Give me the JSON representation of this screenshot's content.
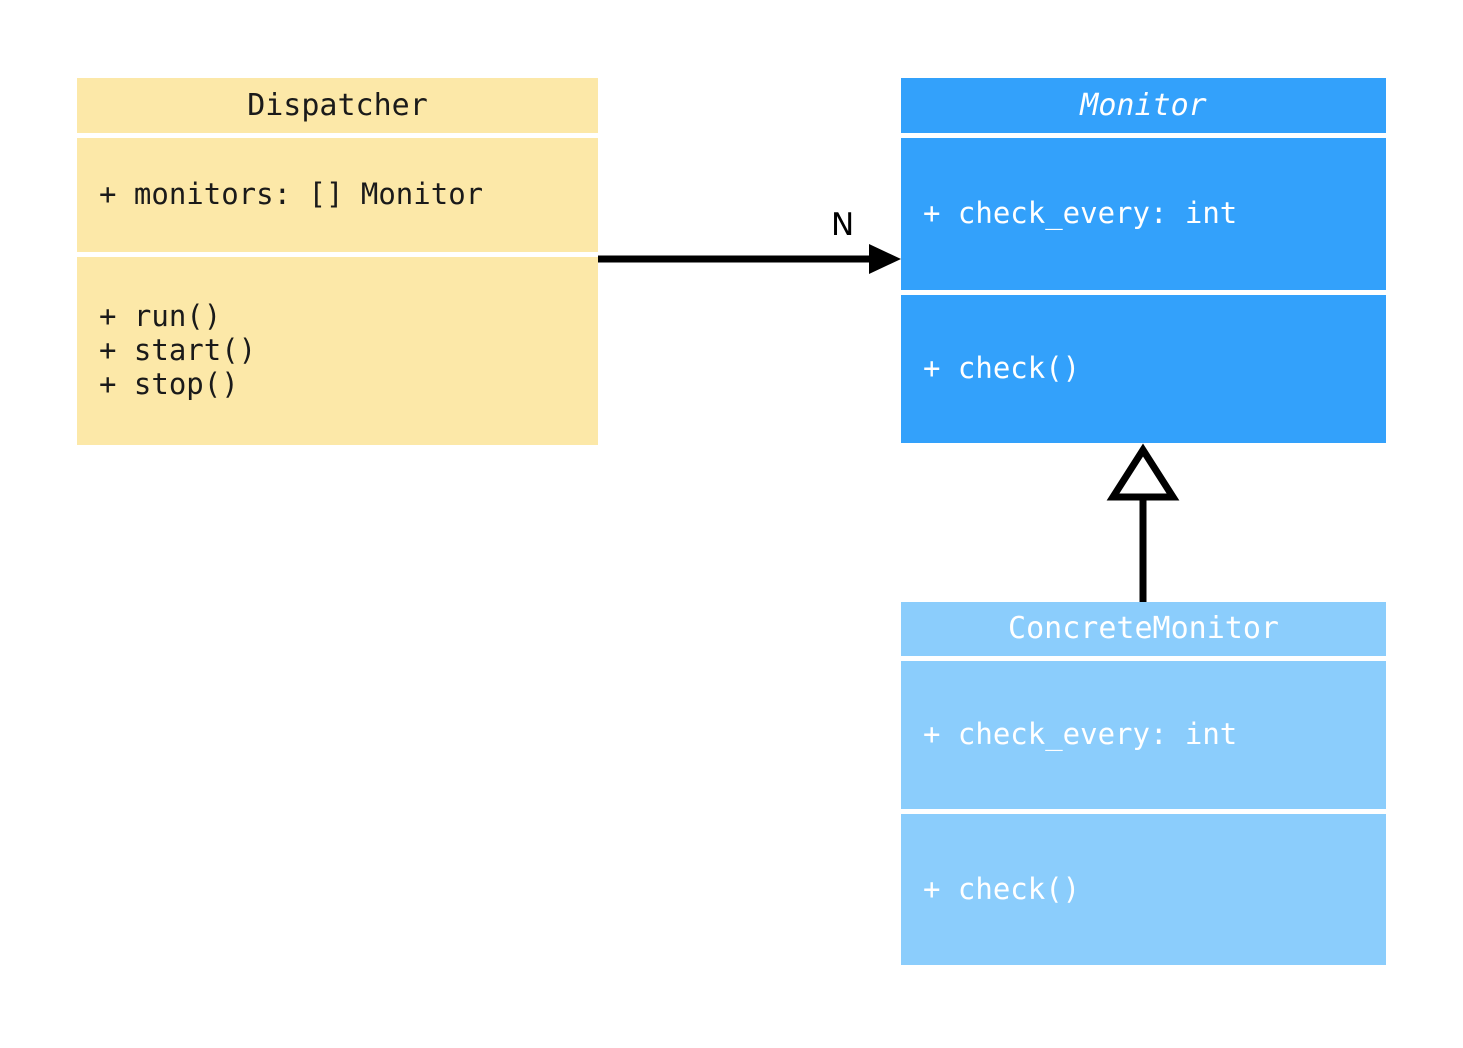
{
  "diagram": {
    "type": "uml-class-diagram",
    "background_color": "#ffffff"
  },
  "classes": [
    {
      "id": "dispatcher",
      "name": "Dispatcher",
      "abstract": false,
      "fill_color": "#fce8a8",
      "text_color": "#1a1a1a",
      "attributes": [
        "+ monitors: [] Monitor"
      ],
      "methods": [
        "+ run()",
        "+ start()",
        "+ stop()"
      ]
    },
    {
      "id": "monitor",
      "name": "Monitor",
      "abstract": true,
      "fill_color": "#33a1fb",
      "text_color": "#ffffff",
      "attributes": [
        "+ check_every: int"
      ],
      "methods": [
        "+ check()"
      ]
    },
    {
      "id": "concrete_monitor",
      "name": "ConcreteMonitor",
      "abstract": false,
      "fill_color": "#8bcdfc",
      "text_color": "#ffffff",
      "attributes": [
        "+ check_every: int"
      ],
      "methods": [
        "+ check()"
      ]
    }
  ],
  "relationships": [
    {
      "id": "dispatcher-to-monitor",
      "kind": "association",
      "from": "Dispatcher",
      "to": "Monitor",
      "multiplicity_label": "N",
      "arrow_style": "filled-arrowhead",
      "line_color": "#000000"
    },
    {
      "id": "concrete-monitor-to-monitor",
      "kind": "generalization",
      "from": "ConcreteMonitor",
      "to": "Monitor",
      "arrow_style": "hollow-triangle",
      "line_color": "#000000"
    }
  ],
  "dispatcher": {
    "title": "Dispatcher",
    "attribute_0": "+ monitors: [] Monitor",
    "method_0": "+ run()",
    "method_1": "+ start()",
    "method_2": "+ stop()"
  },
  "monitor": {
    "title": "Monitor",
    "attribute_0": "+ check_every: int",
    "method_0": "+ check()"
  },
  "concrete_monitor": {
    "title": "ConcreteMonitor",
    "attribute_0": "+ check_every: int",
    "method_0": "+ check()"
  },
  "association": {
    "multiplicity": "N"
  }
}
